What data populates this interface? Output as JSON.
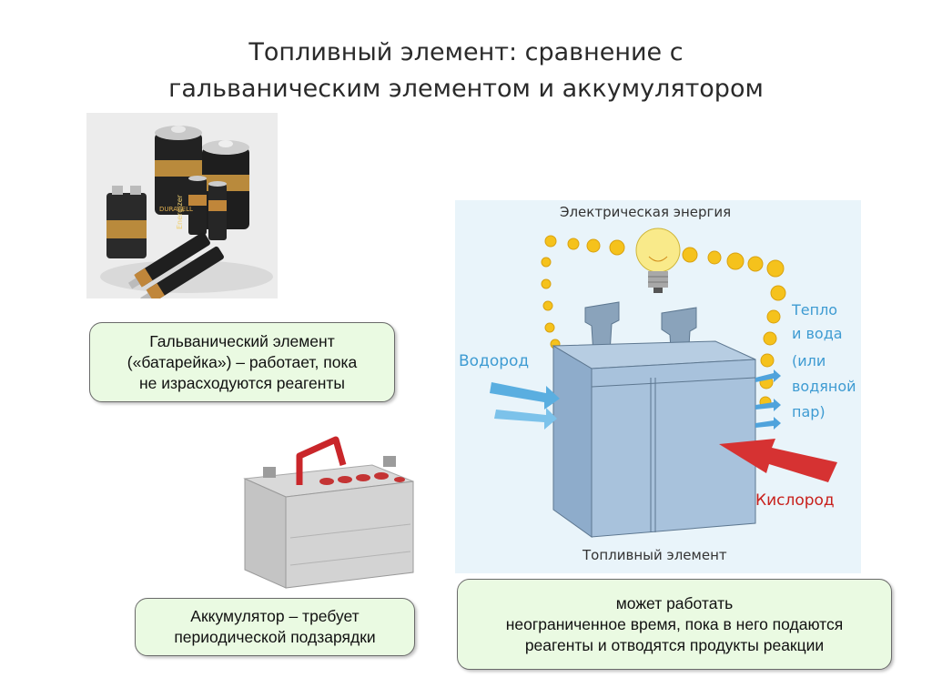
{
  "slide": {
    "title_lines": [
      "Топливный элемент: сравнение с",
      "гальваническим элементом и аккумулятором"
    ]
  },
  "batteries_photo": {
    "labels": [
      "Energizer",
      "DURACELL"
    ]
  },
  "callouts": {
    "galvanic": [
      "Гальванический элемент",
      "(«батарейка») – работает, пока",
      "не израсходуются реагенты"
    ],
    "accumulator": [
      "Аккумулятор – требует",
      "периодической подзарядки"
    ],
    "fuel_cell": [
      "может работать",
      "неограниченное время, пока в него подаются",
      "реагенты и отводятся продукты реакции"
    ]
  },
  "diagram": {
    "electric_energy": "Электрическая энергия",
    "hydrogen": "Водород",
    "heat_water": [
      "Тепло",
      "и вода",
      "(или",
      "водяной",
      "пар)"
    ],
    "oxygen": "Кислород",
    "fuel_cell_label": "Топливный элемент",
    "colors": {
      "blue_label": "#3e9bd2",
      "red_label": "#c8201c",
      "cell_body": "#a9c4de",
      "wire_dot": "#f5c21c"
    }
  }
}
